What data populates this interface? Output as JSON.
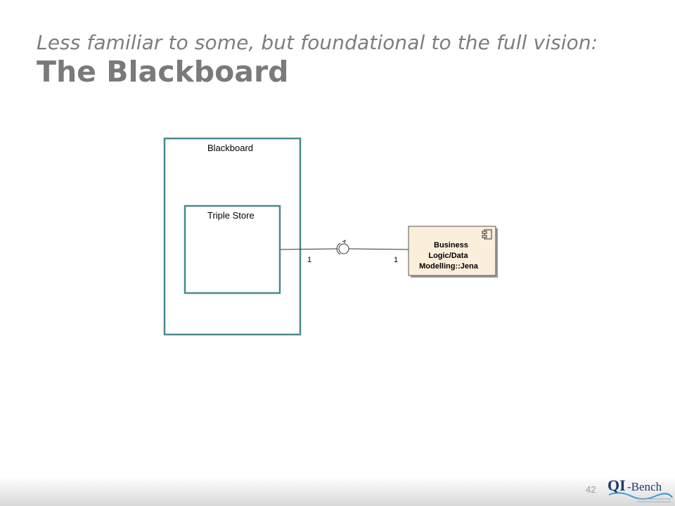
{
  "slide": {
    "subtitle": "Less familiar to some, but foundational to the full vision:",
    "title": "The Blackboard",
    "page_number": "42"
  },
  "diagram": {
    "outer_box_label": "Blackboard",
    "inner_box_label": "Triple Store",
    "component_label_lines": [
      "Business",
      "Logic/Data",
      "Modelling::Jena"
    ],
    "left_multiplicity": "1",
    "right_multiplicity": "1",
    "colors": {
      "box_border": "#4a8a8c",
      "component_fill": "#fbefdc",
      "line": "#333333"
    }
  },
  "logo": {
    "text_qi": "QI",
    "text_bench": "-Bench",
    "colors": {
      "primary": "#1e3a6e",
      "wave": "#3a9ad9"
    }
  }
}
